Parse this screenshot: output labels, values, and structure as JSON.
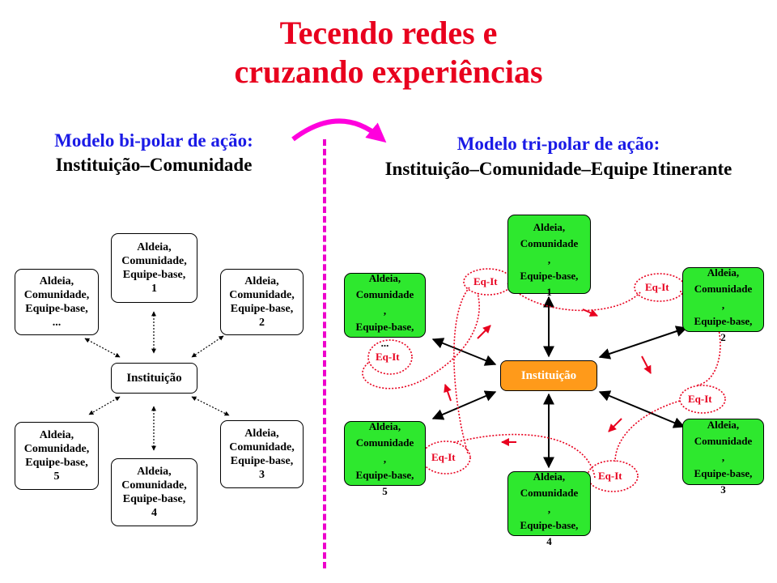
{
  "title": {
    "line1": "Tecendo redes e",
    "line2": "cruzando experiências"
  },
  "left_model": {
    "heading": "Modelo bi-polar de ação:",
    "subheading": "Instituição–Comunidade",
    "center": "Instituição",
    "nodes": [
      {
        "label": "Aldeia,\nComunidade,\nEquipe-base,\n..."
      },
      {
        "label": "Aldeia,\nComunidade,\nEquipe-base,\n1"
      },
      {
        "label": "Aldeia,\nComunidade,\nEquipe-base,\n2"
      },
      {
        "label": "Aldeia,\nComunidade,\nEquipe-base,\n5"
      },
      {
        "label": "Aldeia,\nComunidade,\nEquipe-base,\n4"
      },
      {
        "label": "Aldeia,\nComunidade,\nEquipe-base,\n3"
      }
    ]
  },
  "right_model": {
    "heading": "Modelo tri-polar de ação:",
    "subheading": "Instituição–Comunidade–Equipe Itinerante",
    "center": "Instituição",
    "nodes": [
      {
        "label": "Aldeia,\nComunidade\n,\nEquipe-base,\n..."
      },
      {
        "label": "Aldeia,\nComunidade\n,\nEquipe-base,\n1"
      },
      {
        "label": "Aldeia,\nComunidade\n,\nEquipe-base,\n2"
      },
      {
        "label": "Aldeia,\nComunidade\n,\nEquipe-base,\n5"
      },
      {
        "label": "Aldeia,\nComunidade\n,\nEquipe-base,\n4"
      },
      {
        "label": "Aldeia,\nComunidade\n,\nEquipe-base,\n3"
      }
    ],
    "eq_labels": [
      "Eq-It",
      "Eq-It",
      "Eq-It",
      "Eq-It",
      "Eq-It",
      "Eq-It"
    ]
  },
  "colors": {
    "title": "#e8001e",
    "heading_left": "#1a1ae6",
    "heading_right": "#1a1ae6",
    "node_green": "#2ee82e",
    "center_right": "#ff9a1a",
    "eq_it": "#e8001e",
    "divider": "#ee00cc",
    "transition_arrow": "#ff00dd"
  }
}
